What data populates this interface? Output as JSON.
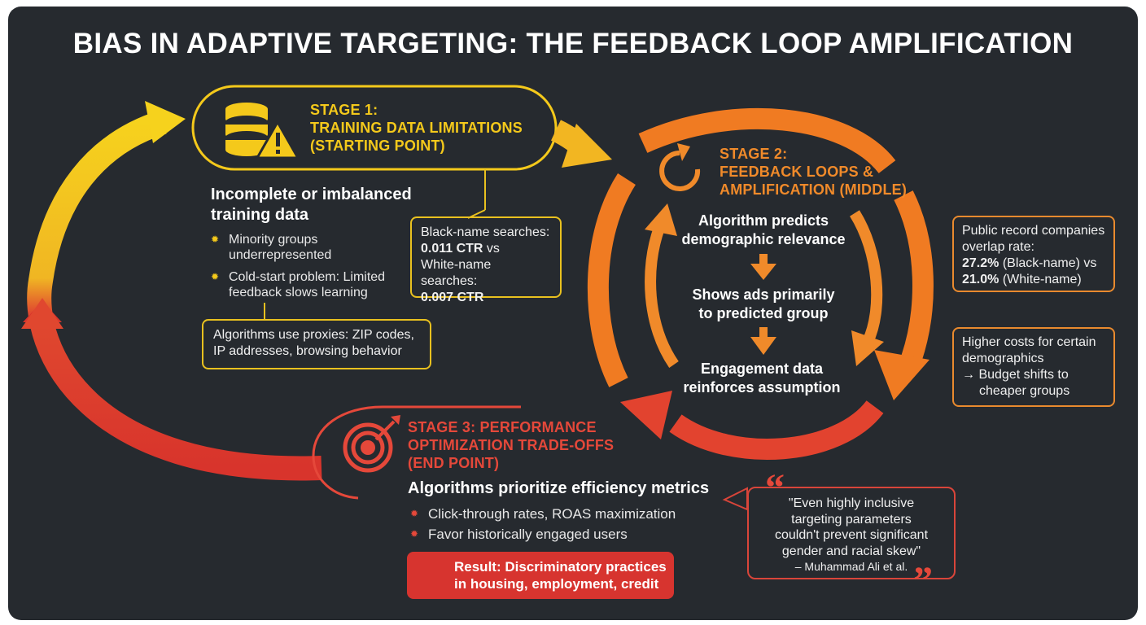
{
  "title": "BIAS IN ADAPTIVE TARGETING: THE FEEDBACK LOOP AMPLIFICATION",
  "stage1": {
    "label": "STAGE 1:",
    "name": "TRAINING DATA LIMITATIONS",
    "position": "(STARTING POINT)",
    "icon": "database-warning-icon",
    "heading_line1": "Incomplete or imbalanced",
    "heading_line2": "training data",
    "bullets": [
      {
        "line1": "Minority groups",
        "line2": "underrepresented"
      },
      {
        "line1": "Cold-start problem: Limited",
        "line2": "feedback slows learning"
      }
    ],
    "proxy_box": {
      "line1": "Algorithms use proxies: ZIP codes,",
      "line2": "IP addresses, browsing behavior"
    },
    "ctr_box": {
      "line1": "Black-name searches:",
      "line2_value": "0.011 CTR",
      "line2_suffix": " vs",
      "line3": "White-name searches:",
      "line4_value": "0.007 CTR"
    }
  },
  "stage2": {
    "label": "STAGE 2:",
    "name": "FEEDBACK LOOPS &",
    "position": "AMPLIFICATION (MIDDLE)",
    "icon": "refresh-icon",
    "flow": [
      {
        "line1": "Algorithm predicts",
        "line2": "demographic relevance"
      },
      {
        "line1": "Shows ads primarily",
        "line2": "to predicted group"
      },
      {
        "line1": "Engagement data",
        "line2": "reinforces assumption"
      }
    ],
    "public_record_box": {
      "line1": "Public record companies",
      "line2": "overlap rate:",
      "line3_value": "27.2%",
      "line3_suffix": " (Black-name) vs",
      "line4_value": "21.0%",
      "line4_suffix": " (White-name)"
    },
    "costs_box": {
      "line1": "Higher costs for certain",
      "line2": "demographics",
      "line3": "→ Budget shifts to",
      "line4": "cheaper groups"
    }
  },
  "stage3": {
    "label": "STAGE 3: PERFORMANCE",
    "name": "OPTIMIZATION TRADE-OFFS",
    "position": "(END POINT)",
    "icon": "target-dollar-icon",
    "heading": "Algorithms prioritize efficiency metrics",
    "bullets": [
      "Click-through rates, ROAS maximization",
      "Favor historically engaged users"
    ],
    "result_line1": "Result: Discriminatory practices",
    "result_line2": "in housing, employment, credit"
  },
  "quote": {
    "line1": "\"Even highly inclusive",
    "line2": "targeting parameters",
    "line3": "couldn't prevent significant",
    "line4": "gender and racial skew\"",
    "attribution": "– Muhammad Ali et al."
  },
  "colors": {
    "background": "#262a2f",
    "stage1": "#f4c91b",
    "stage2": "#f08a2a",
    "stage3": "#e5483a",
    "result": "#d7342f"
  }
}
